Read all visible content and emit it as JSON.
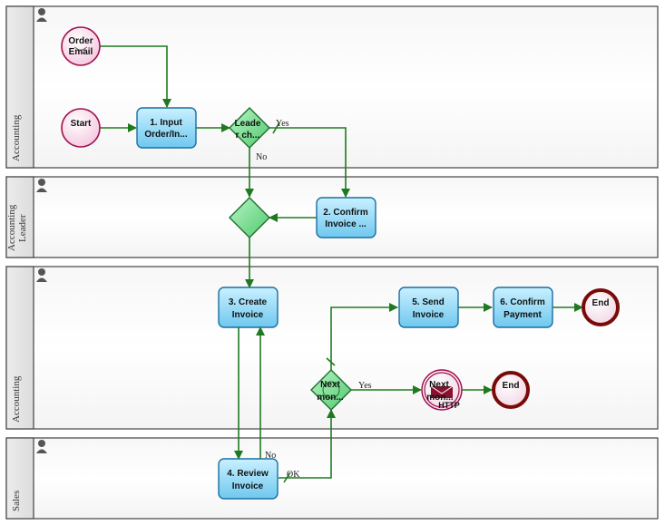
{
  "lanes": [
    {
      "label": "Accounting"
    },
    {
      "label": "Accounting Leader"
    },
    {
      "label": "Accounting"
    },
    {
      "label": "Sales"
    }
  ],
  "tasks": {
    "input_order": {
      "line1": "1. Input",
      "line2": "Order/In..."
    },
    "confirm_invoice": {
      "line1": "2. Confirm",
      "line2": "Invoice ..."
    },
    "create_invoice": {
      "line1": "3. Create",
      "line2": "Invoice"
    },
    "review_invoice": {
      "line1": "4. Review",
      "line2": "Invoice"
    },
    "send_invoice": {
      "line1": "5. Send",
      "line2": "Invoice"
    },
    "confirm_payment": {
      "line1": "6. Confirm",
      "line2": "Payment"
    }
  },
  "events": {
    "order_email": {
      "line1": "Order",
      "line2": "Email"
    },
    "start": {
      "label": "Start"
    },
    "next_month_http": {
      "line1": "Next",
      "line2": "mon...",
      "sub": "HTTP"
    },
    "end_1": {
      "label": "End"
    },
    "end_2": {
      "label": "End"
    }
  },
  "gateways": {
    "leader_check": {
      "line1": "Leade",
      "line2": "r ch..."
    },
    "merge": {
      "line1": "",
      "line2": ""
    },
    "next_month": {
      "line1": "Next",
      "line2": "mon..."
    }
  },
  "flow_labels": {
    "yes_1": "Yes",
    "no_1": "No",
    "yes_2": "Yes",
    "no_2": "No",
    "ok": "OK"
  },
  "colors": {
    "flow": "#1f7a1f",
    "task_fill": "#8fd8f6",
    "task_stroke": "#1a6fa0",
    "gateway_fill": "#7ee09a",
    "start_fill": "#fbe4f1",
    "start_stroke": "#a0104d",
    "end_stroke": "#7a0a0a"
  }
}
